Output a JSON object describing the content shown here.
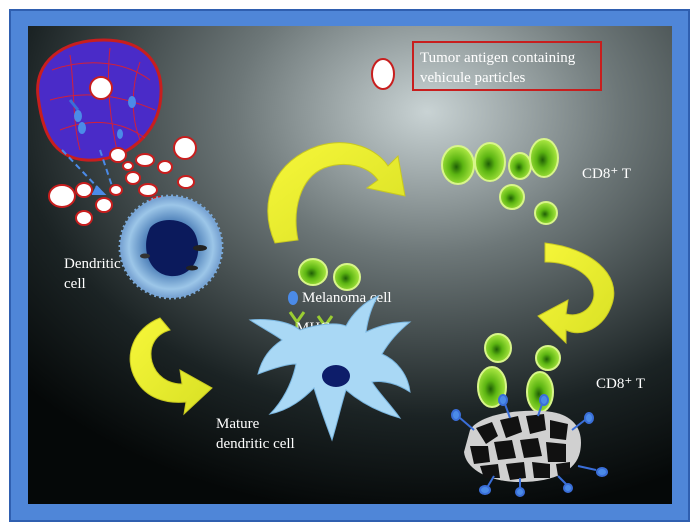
{
  "legend": {
    "text_line1": "Tumor antigen containing",
    "text_line2": "vehicule particles"
  },
  "labels": {
    "dendritic_line1": "Dendritic",
    "dendritic_line2": "cell",
    "cd8_top": "CD8⁺ T",
    "cd8_bottom": "CD8⁺ T",
    "melanoma": "Melanoma cell",
    "mhc": "MHC",
    "mature_line1": "Mature",
    "mature_line2": "dendritic cell"
  },
  "colors": {
    "frame_blue": "#4f86d8",
    "frame_dark_blue": "#2f5fb0",
    "arrow_yellow": "#f2f230",
    "tcell_green": "#8fd82a",
    "dendritic_blue": "#a9d8f5",
    "particle_red": "#c81e1e",
    "tumor_purple": "#4a2bc8"
  }
}
